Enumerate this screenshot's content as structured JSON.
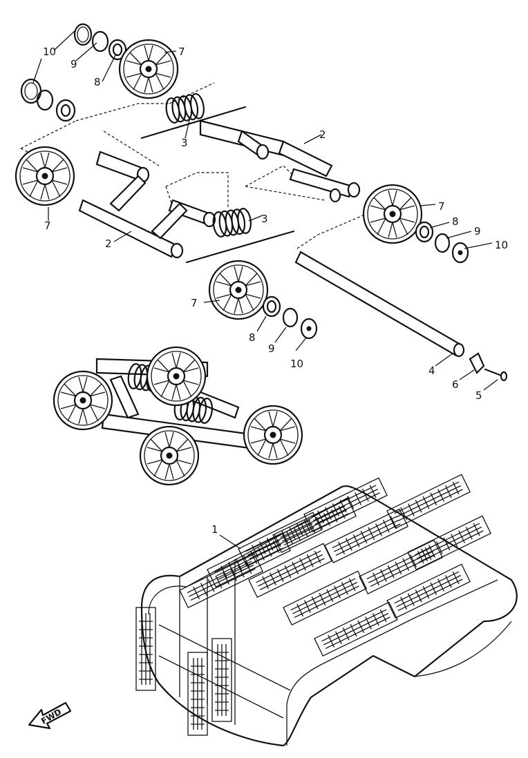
{
  "callouts": [
    {
      "id": "c10a",
      "text": "10"
    },
    {
      "id": "c9a",
      "text": "9"
    },
    {
      "id": "c8a",
      "text": "8"
    },
    {
      "id": "c7a",
      "text": "7"
    },
    {
      "id": "c3a",
      "text": "3"
    },
    {
      "id": "c2a",
      "text": "2"
    },
    {
      "id": "c7b",
      "text": "7"
    },
    {
      "id": "c2b",
      "text": "2"
    },
    {
      "id": "c3b",
      "text": "3"
    },
    {
      "id": "c7c",
      "text": "7"
    },
    {
      "id": "c8c",
      "text": "8"
    },
    {
      "id": "c9c",
      "text": "9"
    },
    {
      "id": "c10c",
      "text": "10"
    },
    {
      "id": "c7d",
      "text": "7"
    },
    {
      "id": "c8d",
      "text": "8"
    },
    {
      "id": "c9d",
      "text": "9"
    },
    {
      "id": "c10d",
      "text": "10"
    },
    {
      "id": "c4",
      "text": "4"
    },
    {
      "id": "c6",
      "text": "6"
    },
    {
      "id": "c5",
      "text": "5"
    },
    {
      "id": "c1",
      "text": "1"
    }
  ],
  "fwd_label": "FWD",
  "colors": {
    "ink": "#111111",
    "paper": "#ffffff"
  }
}
